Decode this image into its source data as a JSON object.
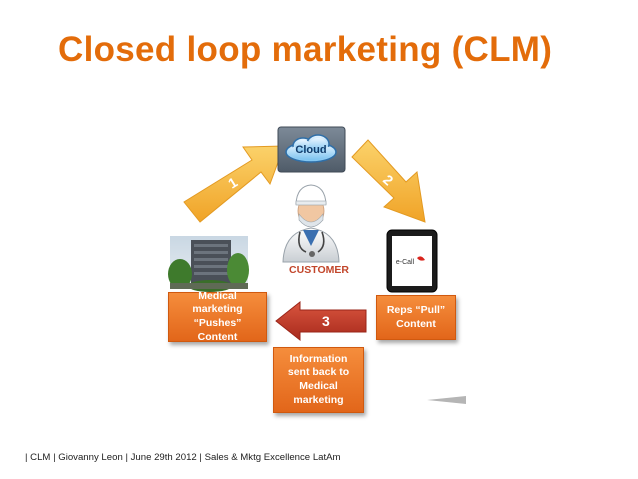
{
  "title": "Closed loop marketing (CLM)",
  "cloud": {
    "label": "Cloud"
  },
  "customer": {
    "label": "CUSTOMER"
  },
  "tablet": {
    "brand": "e-Call"
  },
  "steps": [
    {
      "number": "1"
    },
    {
      "number": "2"
    },
    {
      "number": "3"
    }
  ],
  "boxes": {
    "medical": "Medical\nmarketing\n“Pushes” Content",
    "reps": "Reps “Pull”\nContent",
    "info": "Information\nsent back to\nMedical\nmarketing"
  },
  "footer": "| CLM | Giovanny Leon | June 29th 2012 | Sales & Mktg Excellence LatAm",
  "colors": {
    "title": "#e36c0a",
    "box": "#e9741f",
    "arrow_yellow": "#f6b63a",
    "arrow_red": "#c0392b"
  }
}
